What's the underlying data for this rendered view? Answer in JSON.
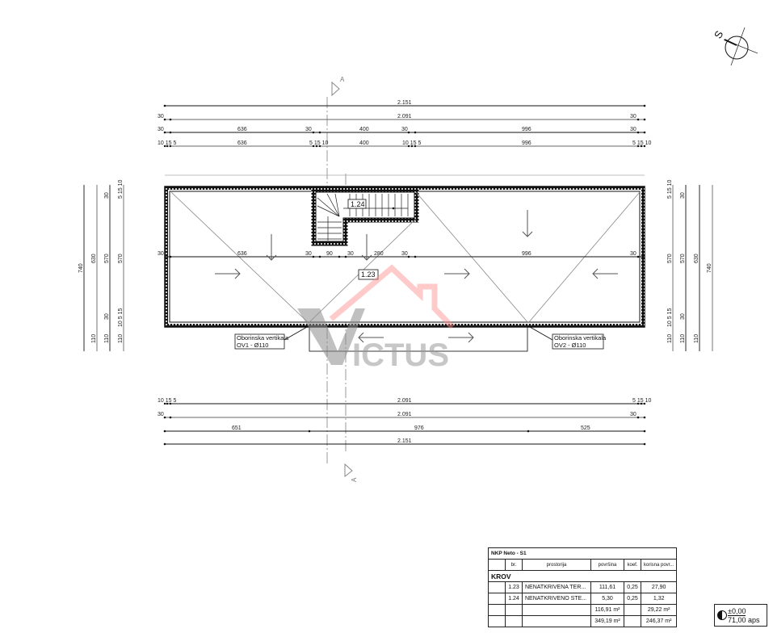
{
  "drawing": {
    "type": "roof floor plan",
    "north_arrow": {
      "label": "S"
    },
    "section_markers": {
      "top": "A",
      "bottom": "A"
    },
    "watermark": "VICTUS",
    "dimensions": {
      "top": {
        "row1": [
          "2.151"
        ],
        "row2": [
          "30",
          "2.091",
          "30"
        ],
        "row3": [
          "30",
          "636",
          "30",
          "400",
          "30",
          "996",
          "30"
        ],
        "row4": [
          "10",
          "15",
          "5",
          "636",
          "5",
          "15",
          "10",
          "400",
          "10",
          "15",
          "5",
          "996",
          "5",
          "15",
          "10"
        ]
      },
      "interior": [
        "30",
        "636",
        "30",
        "90",
        "30",
        "280",
        "30",
        "996",
        "30"
      ],
      "bottom": {
        "row1": [
          "10",
          "15",
          "5",
          "2.091",
          "5",
          "15",
          "10"
        ],
        "row2": [
          "30",
          "2.091",
          "30"
        ],
        "row3": [
          "651",
          "976",
          "525"
        ],
        "row4": [
          "2.151"
        ]
      },
      "left": {
        "col1": [
          "740"
        ],
        "col2": [
          "630",
          "110"
        ],
        "col3": [
          "30",
          "570",
          "30",
          "110"
        ],
        "col4": [
          "10",
          "5",
          "15",
          "570",
          "10",
          "5",
          "15",
          "110"
        ]
      },
      "right": {
        "col1": [
          "10",
          "5",
          "15",
          "570",
          "10",
          "5",
          "15",
          "110"
        ],
        "col2": [
          "30",
          "570",
          "30",
          "110"
        ],
        "col3": [
          "630",
          "110"
        ],
        "col4": [
          "740"
        ]
      }
    },
    "room_tags": {
      "terrace": "1.23",
      "stair": "1.24"
    },
    "callouts": {
      "left": {
        "line1": "Oborinska vertikala",
        "line2": "OV1 - Ø110"
      },
      "right": {
        "line1": "Oborinska vertikala",
        "line2": "OV2 - Ø110"
      }
    }
  },
  "legend_table": {
    "title": "NKP Neto - S1",
    "headers": [
      "",
      "br.",
      "prostorija",
      "površina",
      "koef.",
      "korisna povr..."
    ],
    "section": "KROV",
    "rows": [
      {
        "br": "1.23",
        "name": "NENATKRIVENA TER...",
        "area": "111,61",
        "coef": "0,25",
        "useful": "27,90"
      },
      {
        "br": "1.24",
        "name": "NENATKRIVENO STE...",
        "area": "5,30",
        "coef": "0,25",
        "useful": "1,32"
      }
    ],
    "subtotal": {
      "area": "116,91 m²",
      "useful": "29,22 m²"
    },
    "total": {
      "area": "349,19 m²",
      "useful": "246,37 m²"
    }
  },
  "level_marker": {
    "relative": "±0,00",
    "absolute": "71,00 aps"
  }
}
